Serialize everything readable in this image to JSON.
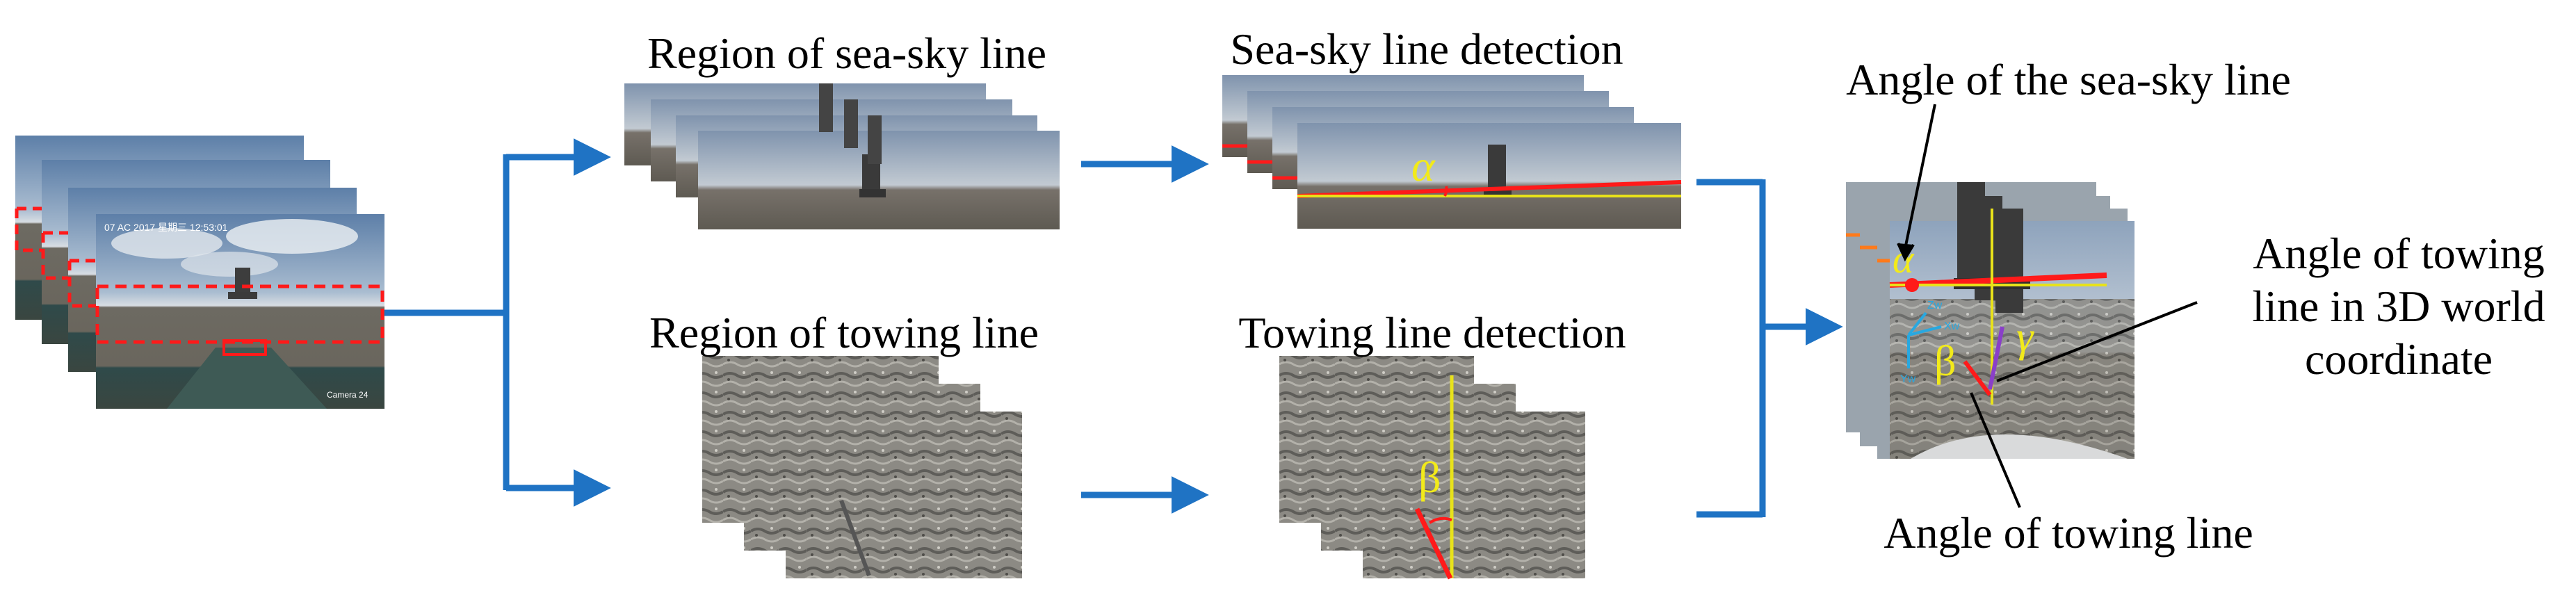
{
  "labels": {
    "region_sea_sky": "Region of sea-sky line",
    "sea_sky_detection": "Sea-sky line detection",
    "region_towing": "Region of towing line",
    "towing_detection": "Towing line detection",
    "angle_sea_sky": "Angle of the sea-sky line",
    "angle_towing_3d_line1": "Angle of towing",
    "angle_towing_3d_line2": "line in 3D world",
    "angle_towing_3d_line3": "coordinate",
    "angle_towing": "Angle of towing line"
  },
  "symbols": {
    "alpha": "α",
    "beta": "β",
    "gamma": "γ",
    "axis_z": "Zw",
    "axis_x": "Xw",
    "axis_y": "Yw"
  },
  "overlay_text": {
    "camera_stamp": "07 AC 2017 星期三 12:53:01",
    "camera_id": "Camera 24"
  },
  "colors": {
    "flow_arrow": "#1f73c4",
    "sea_sky_line": "#ff1a1a",
    "reference_line": "#e8e21a",
    "symbol_yellow": "#f2ea1a",
    "towing_red": "#ff1a1a",
    "purple_line": "#8a3fc9",
    "axis_blue": "#28a8e0",
    "region_box": "#ff1a1a"
  }
}
